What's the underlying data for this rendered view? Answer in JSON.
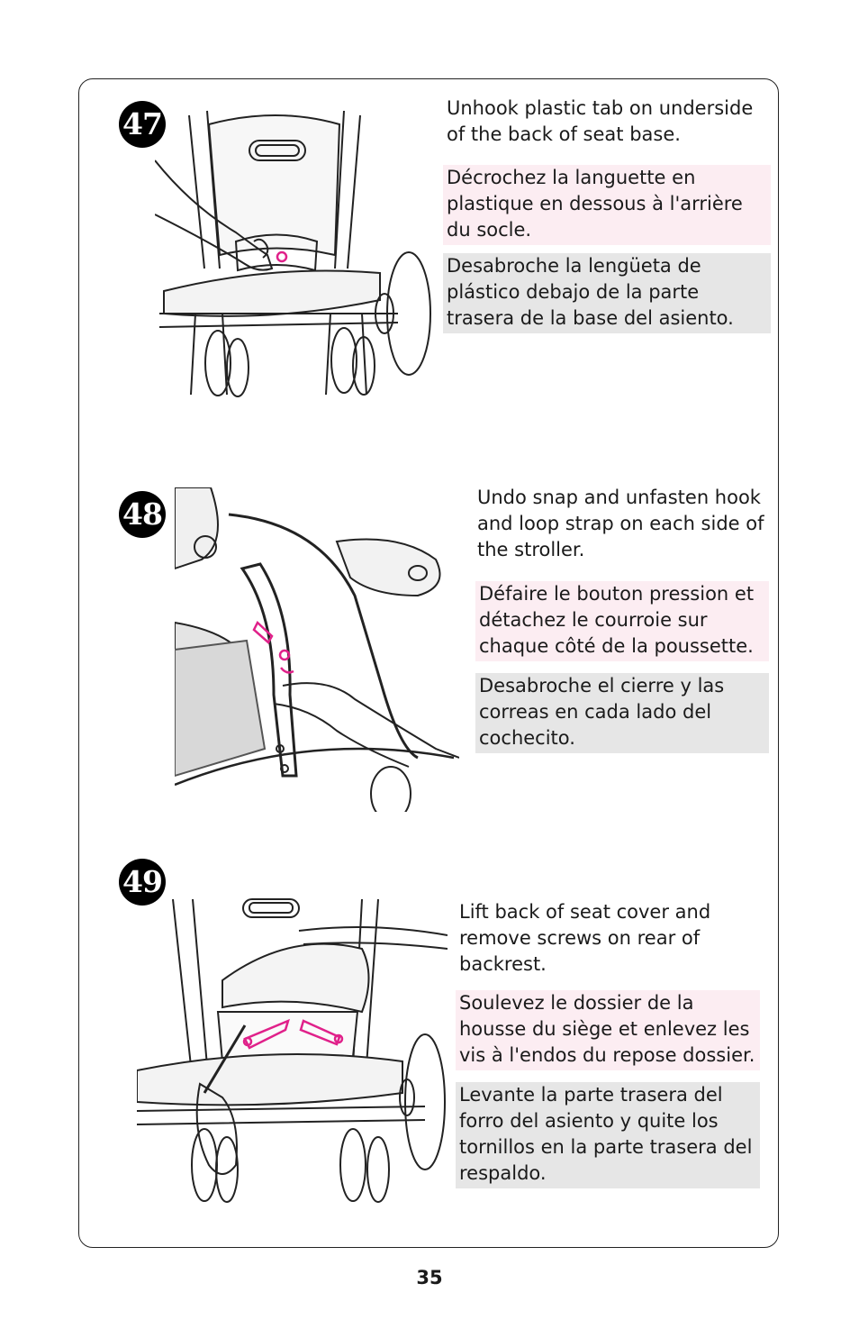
{
  "steps": [
    {
      "number": "47",
      "en": "Unhook plastic tab on underside of the back of seat base.",
      "fr": "Décrochez la languette en plastique en dessous à l'arrière du socle.",
      "es": "Desabroche la lengüeta de plástico debajo de la parte trasera de la base del asiento."
    },
    {
      "number": "48",
      "en": "Undo snap and unfasten hook and loop strap on each side of the stroller.",
      "fr": "Défaire le bouton pression et détachez le courroie sur chaque côté de la poussette.",
      "es": "Desabroche el cierre y las correas en cada lado del cochecito."
    },
    {
      "number": "49",
      "en": "Lift back of seat cover and remove screws on rear of backrest.",
      "fr": "Soulevez le dossier de la housse du siège et enlevez les vis à l'endos du repose dossier.",
      "es": "Levante la parte trasera del forro del asiento y quite los tornillos en la parte trasera del respaldo."
    }
  ],
  "colors": {
    "highlight_pink": "#e0218a",
    "french_bg": "#fcedf2",
    "spanish_bg": "#e6e6e6"
  },
  "page_number": "35"
}
